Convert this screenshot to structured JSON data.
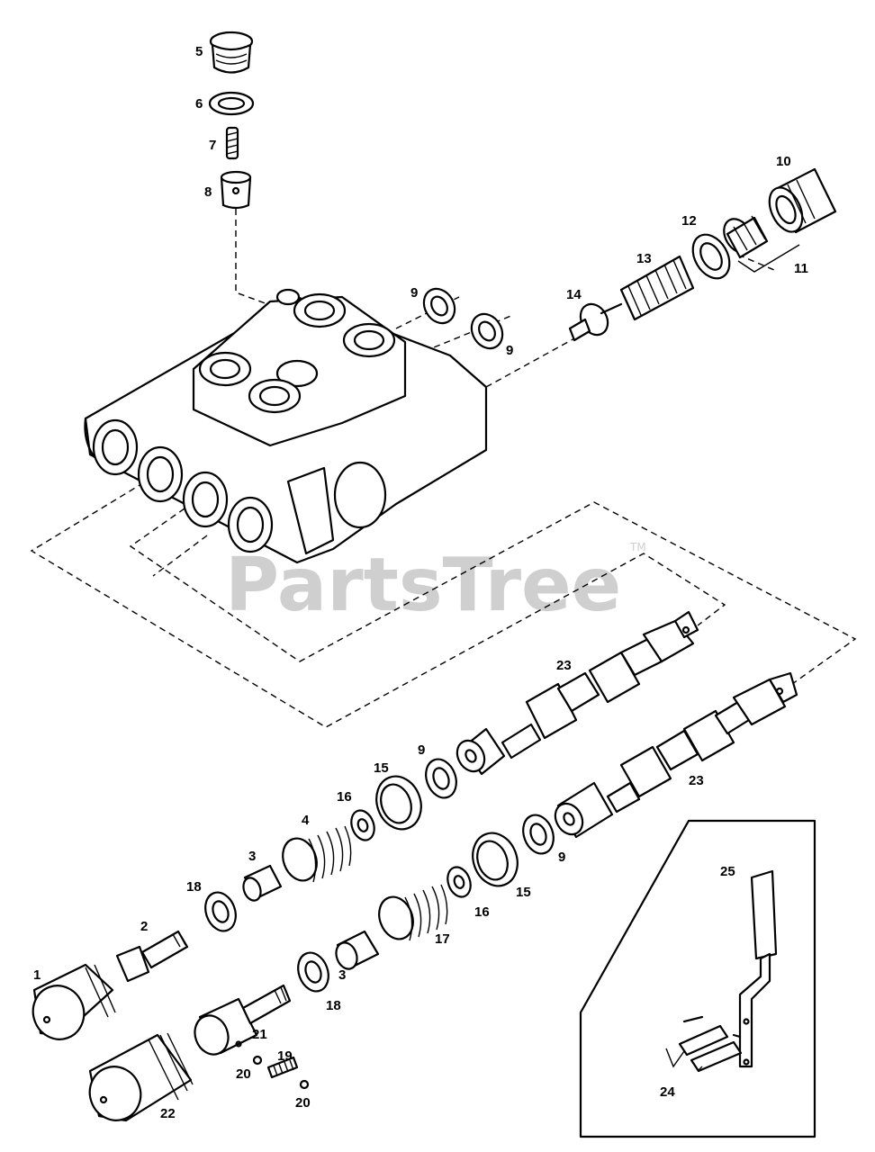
{
  "watermark": {
    "text": "PartsTree",
    "trademark": "TM"
  },
  "parts": [
    {
      "id": "p5",
      "label": "5"
    },
    {
      "id": "p6",
      "label": "6"
    },
    {
      "id": "p7",
      "label": "7"
    },
    {
      "id": "p8",
      "label": "8"
    },
    {
      "id": "p10",
      "label": "10"
    },
    {
      "id": "p12",
      "label": "12"
    },
    {
      "id": "p11",
      "label": "11"
    },
    {
      "id": "p13",
      "label": "13"
    },
    {
      "id": "p14",
      "label": "14"
    },
    {
      "id": "p9a",
      "label": "9"
    },
    {
      "id": "p9b",
      "label": "9"
    },
    {
      "id": "p23a",
      "label": "23"
    },
    {
      "id": "p23b",
      "label": "23"
    },
    {
      "id": "p9c",
      "label": "9"
    },
    {
      "id": "p15a",
      "label": "15"
    },
    {
      "id": "p16a",
      "label": "16"
    },
    {
      "id": "p4",
      "label": "4"
    },
    {
      "id": "p3a",
      "label": "3"
    },
    {
      "id": "p18a",
      "label": "18"
    },
    {
      "id": "p2",
      "label": "2"
    },
    {
      "id": "p1",
      "label": "1"
    },
    {
      "id": "p9d",
      "label": "9"
    },
    {
      "id": "p15b",
      "label": "15"
    },
    {
      "id": "p16b",
      "label": "16"
    },
    {
      "id": "p17",
      "label": "17"
    },
    {
      "id": "p3b",
      "label": "3"
    },
    {
      "id": "p18b",
      "label": "18"
    },
    {
      "id": "p21",
      "label": "21"
    },
    {
      "id": "p19",
      "label": "19"
    },
    {
      "id": "p20a",
      "label": "20"
    },
    {
      "id": "p20b",
      "label": "20"
    },
    {
      "id": "p22",
      "label": "22"
    },
    {
      "id": "p25",
      "label": "25"
    },
    {
      "id": "p24",
      "label": "24"
    }
  ]
}
